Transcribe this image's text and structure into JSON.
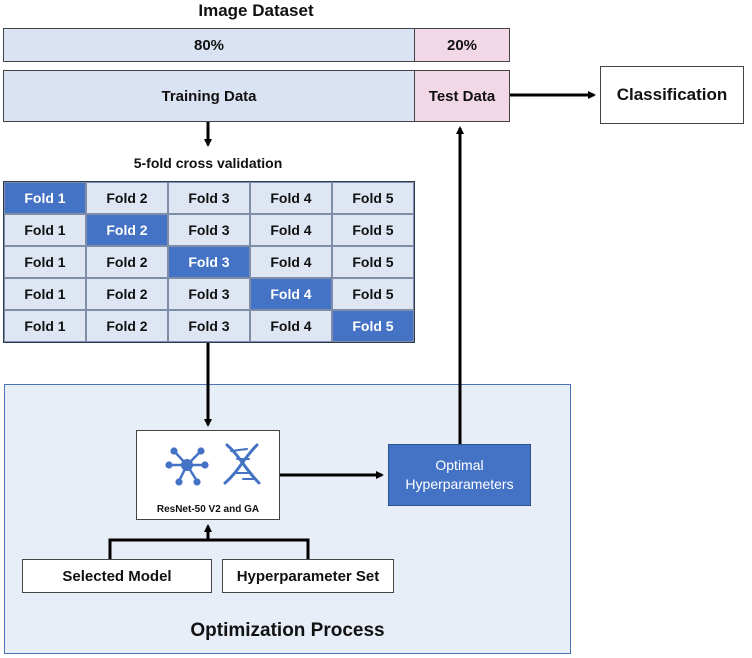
{
  "title": "Image Dataset",
  "split": {
    "train_pct": "80%",
    "test_pct": "20%"
  },
  "training_data": "Training Data",
  "test_data": "Test Data",
  "classification": "Classification",
  "cv_label": "5-fold cross validation",
  "fold_grid": {
    "rows": [
      [
        "Fold 1",
        "Fold 2",
        "Fold 3",
        "Fold 4",
        "Fold 5"
      ],
      [
        "Fold 1",
        "Fold 2",
        "Fold 3",
        "Fold 4",
        "Fold 5"
      ],
      [
        "Fold 1",
        "Fold 2",
        "Fold 3",
        "Fold 4",
        "Fold 5"
      ],
      [
        "Fold 1",
        "Fold 2",
        "Fold 3",
        "Fold 4",
        "Fold 5"
      ],
      [
        "Fold 1",
        "Fold 2",
        "Fold 3",
        "Fold 4",
        "Fold 5"
      ]
    ],
    "highlighted_index_per_row": [
      0,
      1,
      2,
      3,
      4
    ],
    "highlight_color": "#4472c4",
    "cell_color": "#dee6f3"
  },
  "model_box": {
    "label": "ResNet-50 V2 and GA",
    "icons": [
      "network-icon",
      "dna-icon"
    ]
  },
  "optimal": {
    "line1": "Optimal",
    "line2": "Hyperparameters"
  },
  "selected_model": "Selected Model",
  "hyperparameter_set": "Hyperparameter Set",
  "optimization_title": "Optimization Process",
  "colors": {
    "bar_blue": "#dae3f3",
    "bar_pink": "#f2d7e6",
    "accent": "#4472c4",
    "panel": "#e8eef8"
  }
}
